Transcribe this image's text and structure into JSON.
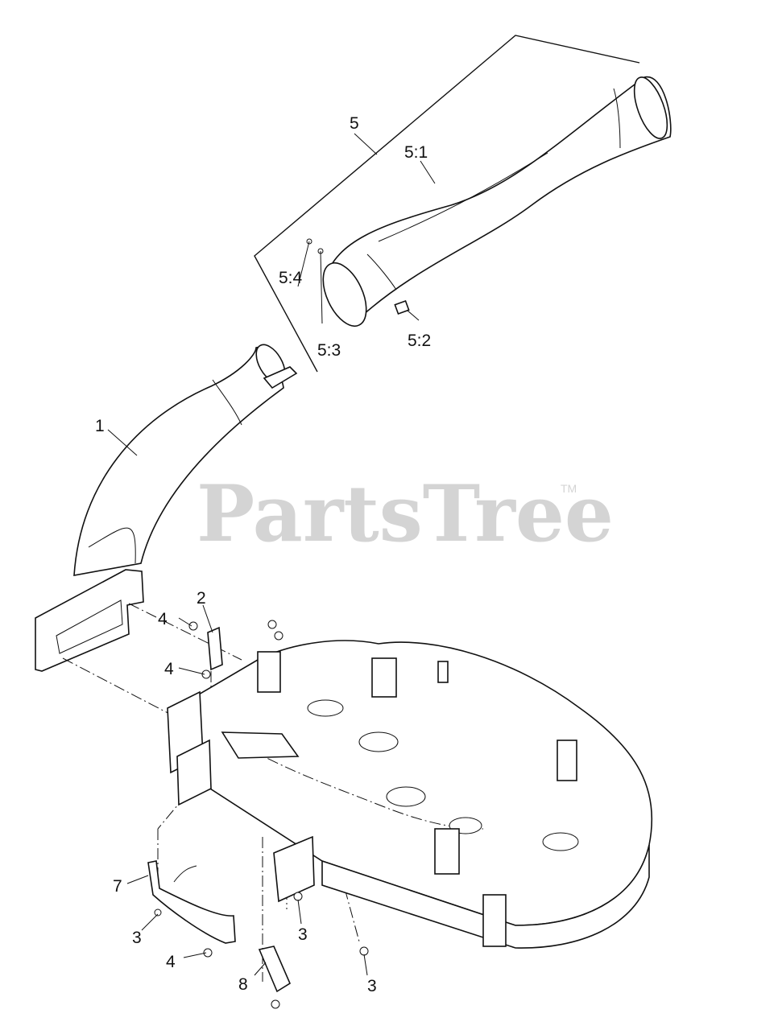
{
  "watermark": {
    "text": "PartsTree",
    "trademark": "TM"
  },
  "callouts": {
    "c1": "1",
    "c2": "2",
    "c3a": "3",
    "c3b": "3",
    "c3c": "3",
    "c4a": "4",
    "c4b": "4",
    "c4c": "4",
    "c5": "5",
    "c5_1": "5:1",
    "c5_2": "5:2",
    "c5_3": "5:3",
    "c5_4": "5:4",
    "c7": "7",
    "c8": "8"
  }
}
